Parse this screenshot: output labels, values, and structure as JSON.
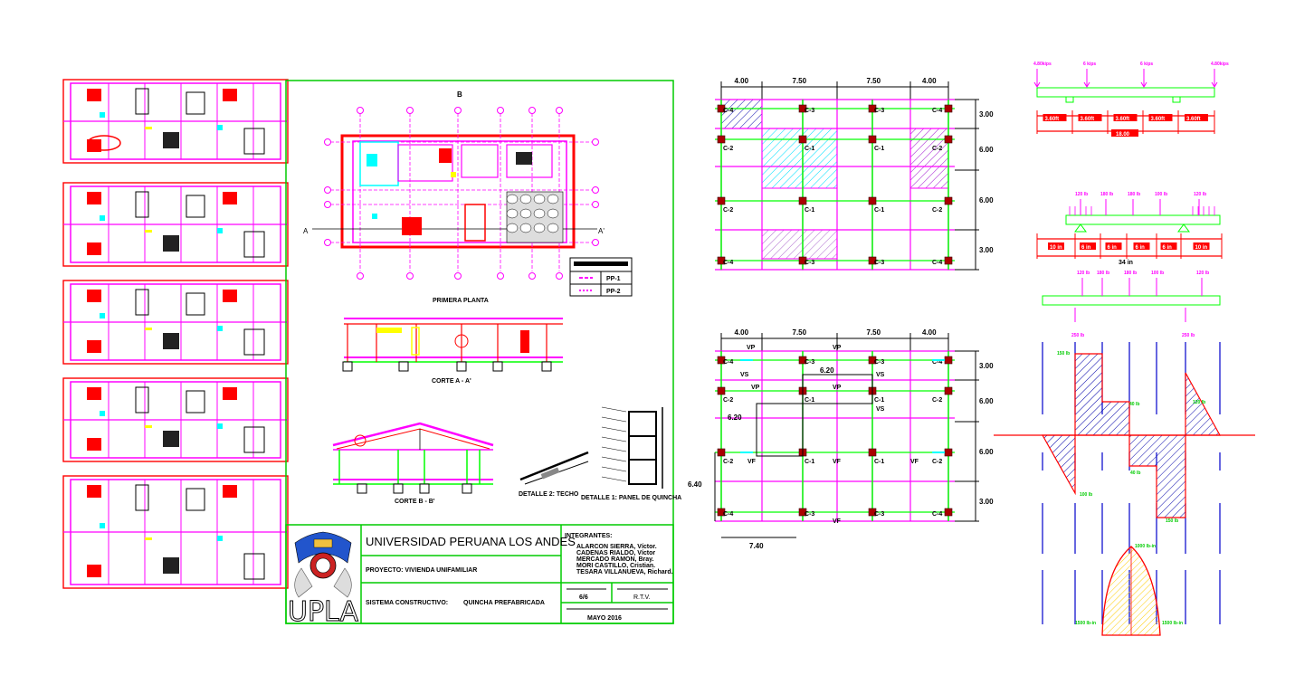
{
  "titleblock": {
    "university": "UNIVERSIDAD PERUANA LOS ANDES",
    "integrantes_label": "INTEGRANTES:",
    "members": [
      "ALARCON SIERRA, Víctor.",
      "CADENAS RIALDO, Víctor",
      "MERCADO RAMON, Bray.",
      "MORI CASTILLO, Cristian.",
      "TESARA VILLANUEVA, Richard."
    ],
    "proyecto": "PROYECTO: VIVIENDA UNIFAMILIAR",
    "sistema_label": "SISTEMA CONSTRUCTIVO:",
    "sistema_value": "QUINCHA PREFABRICADA",
    "sheet": "6/6",
    "drawn_by": "R.T.V.",
    "date": "MAYO 2016",
    "logo_text": "UPLA"
  },
  "plan": {
    "title": "PRIMERA PLANTA",
    "section_a": "A",
    "section_a2": "A'",
    "legend": [
      "PP-1",
      "PP-2"
    ],
    "section_label_b": "B"
  },
  "sections": {
    "corte_a": "CORTE A - A'",
    "corte_b": "CORTE B - B'",
    "detalle_techo": "DETALLE 2: TECHO",
    "detalle_panel": "DETALLE 1: PANEL DE QUINCHA"
  },
  "framing_top": {
    "spans": [
      "4.00",
      "7.50",
      "7.50",
      "4.00"
    ],
    "rows": [
      "3.00",
      "6.00",
      "6.00",
      "3.00"
    ],
    "columns": [
      [
        "C-4",
        "C-3",
        "C-3",
        "C-4"
      ],
      [
        "C-2",
        "C-1",
        "C-1",
        "C-2"
      ],
      [
        "C-2",
        "C-1",
        "C-1",
        "C-2"
      ],
      [
        "C-4",
        "C-3",
        "C-3",
        "C-4"
      ]
    ]
  },
  "framing_bottom": {
    "spans": [
      "4.00",
      "7.50",
      "7.50",
      "4.00"
    ],
    "rows": [
      "3.00",
      "6.00",
      "6.00",
      "3.00"
    ],
    "columns": [
      [
        "C-4",
        "C-3",
        "C-3",
        "C-4"
      ],
      [
        "C-2",
        "C-1",
        "C-1",
        "C-2"
      ],
      [
        "C-2",
        "C-1",
        "C-1",
        "C-2"
      ],
      [
        "C-4",
        "C-3",
        "C-3",
        "C-4"
      ]
    ],
    "dims": [
      "6.20",
      "6.20",
      "6.40",
      "7.40"
    ],
    "beam_tags": [
      "VP",
      "VS",
      "VP",
      "VS",
      "VP",
      "VS",
      "VP",
      "VF",
      "VF",
      "VF",
      "VF"
    ]
  },
  "beam1": {
    "loads": [
      "4.80kips",
      "6 kips",
      "6 kips",
      "4.80kips"
    ],
    "segments": [
      "3.60ft",
      "3.60ft",
      "3.60ft",
      "3.60ft",
      "3.60ft"
    ],
    "total": "18.00"
  },
  "beam2": {
    "loads": [
      "120 lb",
      "180 lb",
      "180 lb",
      "100 lb",
      "120 lb"
    ],
    "segments": [
      "10 in",
      "6 in",
      "6 in",
      "6 in",
      "6 in",
      "10 in"
    ],
    "total": "34 in"
  },
  "beam3": {
    "loads": [
      "120 lb",
      "180 lb",
      "180 lb",
      "100 lb",
      "120 lb"
    ],
    "reactions": [
      "250 lb",
      "250 lb"
    ]
  },
  "shear": {
    "labels": [
      "150 lb",
      "40 lb",
      "120 lb",
      "100 lb",
      "40 lb",
      "150 lb"
    ]
  },
  "moment": {
    "labels": [
      "1000 lb-in",
      "1500 lb-in",
      "1500 lb-in"
    ]
  },
  "colors": {
    "border": "#00cc00",
    "wall": "#ff0000",
    "grid": "#ff00ff",
    "beam": "#00ff00",
    "hatch_blue": "#0000aa",
    "cyan": "#00ffff",
    "yellow": "#ffff00",
    "navy": "#0000cc"
  }
}
